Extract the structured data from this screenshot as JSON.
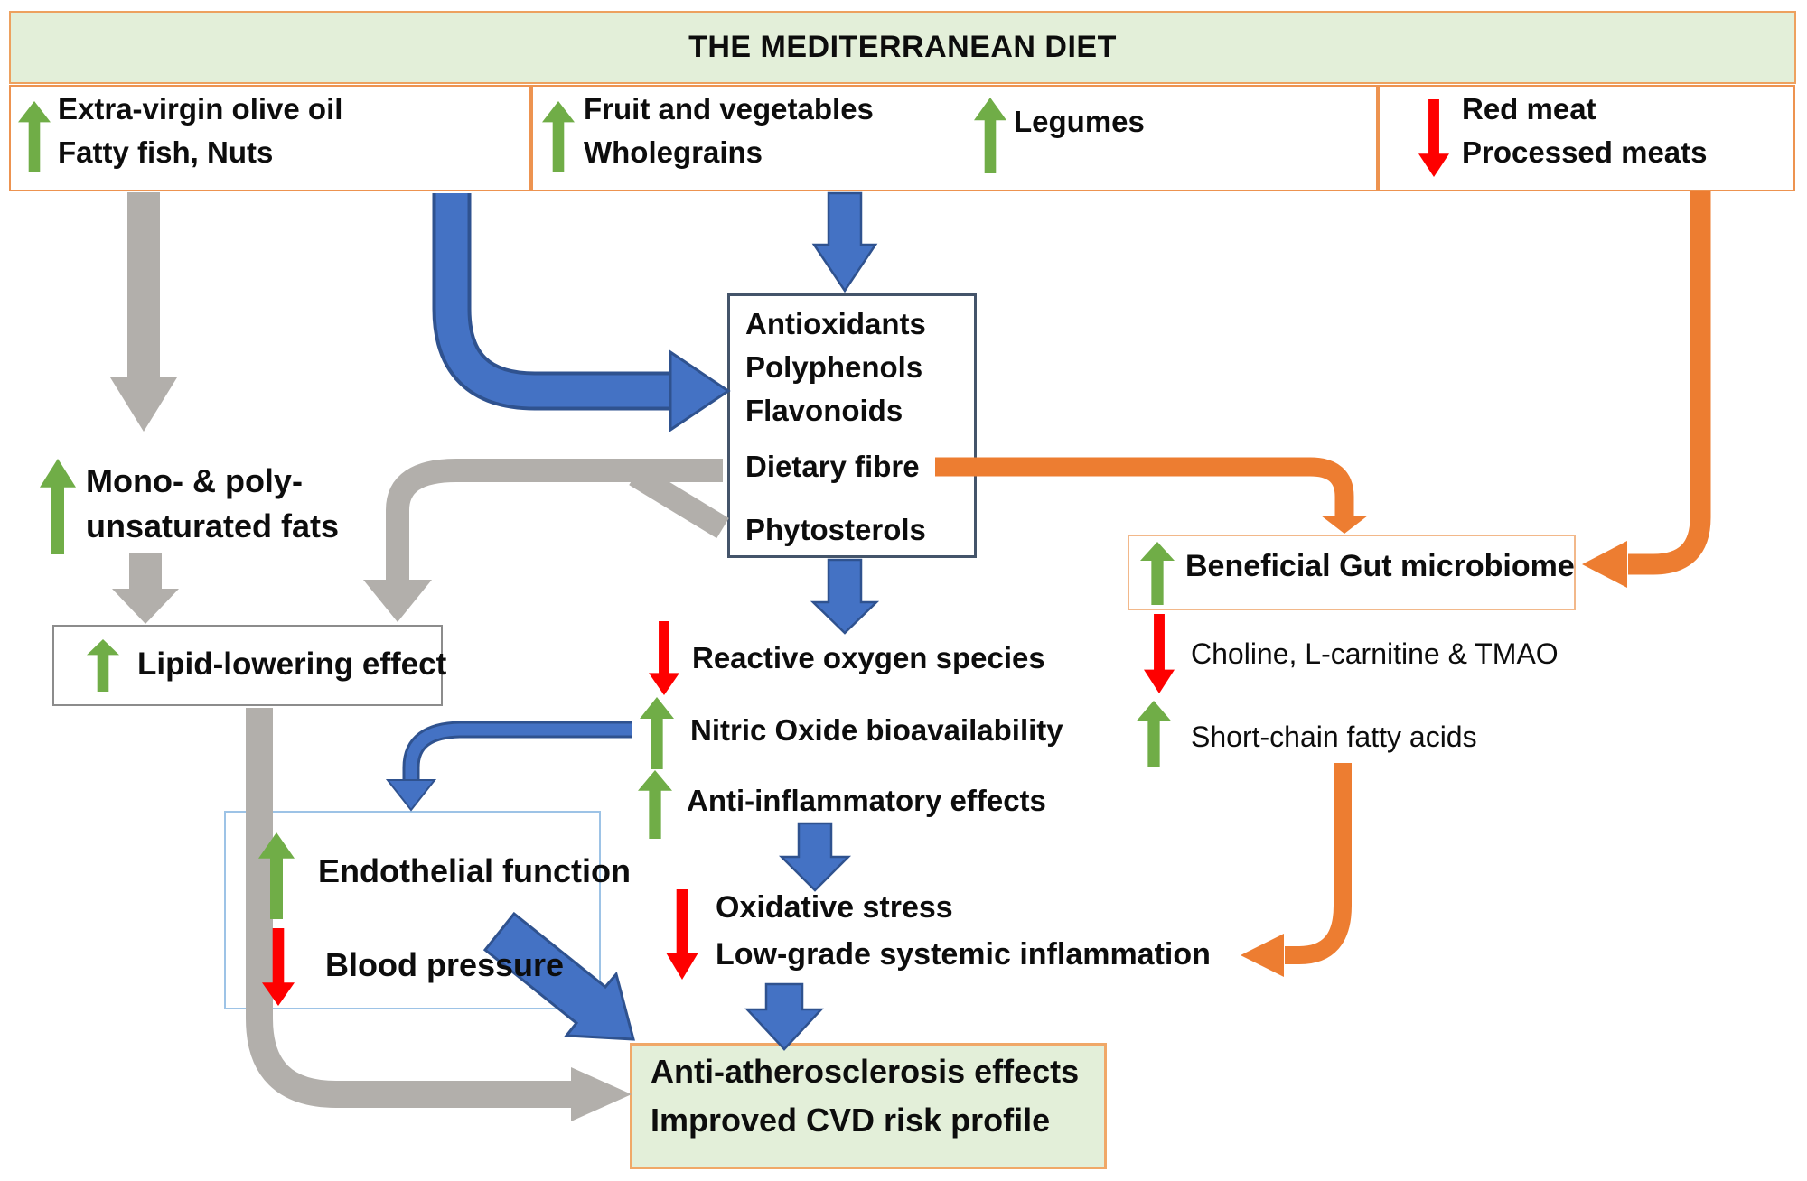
{
  "title": "THE MEDITERRANEAN DIET",
  "food_groups": {
    "olive": {
      "line1": "Extra-virgin olive oil",
      "line2": "Fatty fish, Nuts",
      "trend": "up"
    },
    "fruit": {
      "line1": "Fruit and vegetables",
      "line2": "Wholegrains",
      "trend": "up"
    },
    "legumes": {
      "label": "Legumes",
      "trend": "up"
    },
    "redmeat": {
      "line1": "Red meat",
      "line2": "Processed meats",
      "trend": "down"
    }
  },
  "nodes": {
    "mono": {
      "line1": "Mono- & poly-",
      "line2": "unsaturated fats",
      "trend": "up"
    },
    "antiox": {
      "l1": "Antioxidants",
      "l2": "Polyphenols",
      "l3": "Flavonoids",
      "l4": "Dietary fibre",
      "l5": "Phytosterols"
    },
    "lipid": {
      "label": "Lipid-lowering effect",
      "trend": "up"
    },
    "ros": {
      "label": "Reactive oxygen species",
      "trend": "down"
    },
    "nitric": {
      "label": "Nitric Oxide bioavailability",
      "trend": "up"
    },
    "antiinf": {
      "label": "Anti-inflammatory effects",
      "trend": "up"
    },
    "gut": {
      "label": "Beneficial Gut microbiome",
      "trend": "up"
    },
    "choline": {
      "label": "Choline, L-carnitine & TMAO",
      "trend": "down"
    },
    "scfa": {
      "label": "Short-chain fatty acids",
      "trend": "up"
    },
    "endo": {
      "line1": "Endothelial function",
      "trend1": "up",
      "line2": "Blood pressure",
      "trend2": "down"
    },
    "oxstress": {
      "line1": "Oxidative stress",
      "line2": "Low-grade systemic inflammation",
      "trend": "down"
    },
    "outcome": {
      "line1": "Anti-atherosclerosis effects",
      "line2": "Improved CVD risk profile"
    }
  },
  "colors": {
    "arrow_green": "#70ad47",
    "arrow_red": "#fe0000",
    "arrow_blue": "#4472c4",
    "arrow_blue_outline": "#2f528f",
    "arrow_gray": "#b2afab",
    "arrow_orange": "#ed7d31",
    "banner_fill": "#e3efd9",
    "banner_border": "#eda15f",
    "foodbox_border": "#ed9350",
    "antiox_border": "#44546a",
    "lipid_border": "#8c8c8c",
    "endo_border": "#9dc3e6",
    "gut_border": "#f2b88a",
    "outcome_fill": "#e3efd9",
    "outcome_border": "#f0a868"
  }
}
